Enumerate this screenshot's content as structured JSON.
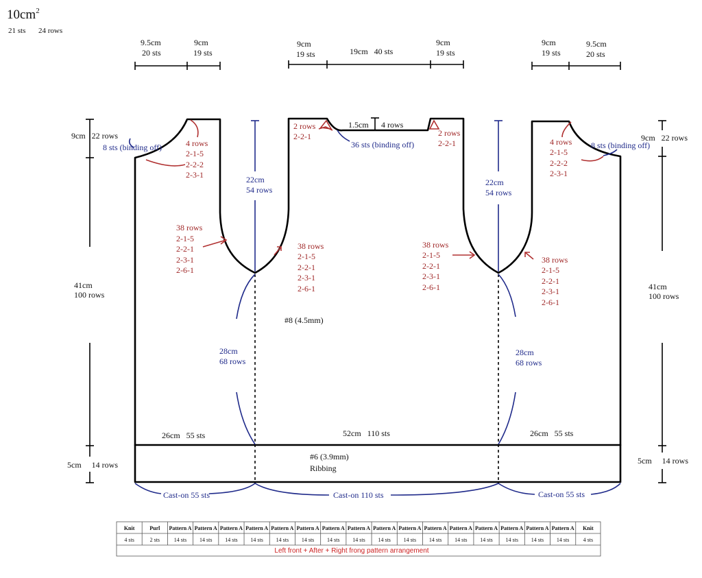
{
  "gauge": {
    "size": "10cm",
    "sup": "2",
    "sts": "21 sts",
    "rows": "24 rows"
  },
  "top_dims": {
    "left_a": [
      "9.5cm",
      "20 sts"
    ],
    "left_b": [
      "9cm",
      "19 sts"
    ],
    "mid_a": [
      "9cm",
      "19 sts"
    ],
    "mid_b": "19cm   40 sts",
    "mid_c": [
      "9cm",
      "19 sts"
    ],
    "right_a": [
      "9cm",
      "19 sts"
    ],
    "right_b": [
      "9.5cm",
      "20 sts"
    ]
  },
  "side_dims": {
    "left_top": "9cm   22 rows",
    "left_mid": [
      "41cm",
      "100 rows"
    ],
    "left_bottom": "5cm     14 rows",
    "right_top": "9cm   22 rows",
    "right_mid": [
      "41cm",
      "100 rows"
    ],
    "right_bottom": "5cm     14 rows"
  },
  "shoulder": {
    "left_binding": "8 sts (binding off)",
    "right_binding": "8 sts (binding off)",
    "left_rows": [
      "4 rows",
      "2-1-5",
      "2-2-2",
      "2-3-1"
    ],
    "right_rows": [
      "4 rows",
      "2-1-5",
      "2-2-2",
      "2-3-1"
    ]
  },
  "neck": {
    "depth": "1.5cm",
    "rows": "4 rows",
    "left_dec": [
      "2 rows",
      "2-2-1"
    ],
    "right_dec": [
      "2 rows",
      "2-2-1"
    ],
    "binding": "36 sts (binding off)"
  },
  "armhole": {
    "left_depth": [
      "22cm",
      "54 rows"
    ],
    "right_depth": [
      "22cm",
      "54 rows"
    ],
    "lf": [
      "38 rows",
      "2-1-5",
      "2-2-1",
      "2-3-1",
      "2-6-1"
    ],
    "bl": [
      "38 rows",
      "2-1-5",
      "2-2-1",
      "2-3-1",
      "2-6-1"
    ],
    "br": [
      "38 rows",
      "2-1-5",
      "2-2-1",
      "2-3-1",
      "2-6-1"
    ],
    "rf": [
      "38 rows",
      "2-1-5",
      "2-2-1",
      "2-3-1",
      "2-6-1"
    ]
  },
  "body": {
    "needle": "#8 (4.5mm)",
    "left_len": [
      "28cm",
      "68 rows"
    ],
    "right_len": [
      "28cm",
      "68 rows"
    ],
    "left_width": "26cm   55 sts",
    "back_width": "52cm   110 sts",
    "right_width": "26cm   55 sts"
  },
  "ribbing": {
    "needle": "#6 (3.9mm)",
    "label": "Ribbing",
    "left_caston": "Cast-on 55 sts",
    "back_caston": "Cast-on 110 sts",
    "right_caston": "Cast-on 55 sts"
  },
  "pattern_table": {
    "headers": [
      "Knit",
      "Purl",
      "Pattern A",
      "Pattern A",
      "Pattern A",
      "Pattern A",
      "Pattern A",
      "Pattern A",
      "Pattern A",
      "Pattern A",
      "Pattern A",
      "Pattern A",
      "Pattern A",
      "Pattern A",
      "Pattern A",
      "Pattern A",
      "Pattern A",
      "Pattern A",
      "Knit"
    ],
    "counts": [
      "4 sts",
      "2 sts",
      "14 sts",
      "14 sts",
      "14 sts",
      "14 sts",
      "14 sts",
      "14 sts",
      "14 sts",
      "14 sts",
      "14 sts",
      "14 sts",
      "14 sts",
      "14 sts",
      "14 sts",
      "14 sts",
      "14 sts",
      "14 sts",
      "4 sts"
    ],
    "caption": "Left front + After + Right frong pattern arrangement"
  },
  "colors": {
    "outline": "#000000",
    "blue": "#1f2a8a",
    "red": "#a02828"
  }
}
